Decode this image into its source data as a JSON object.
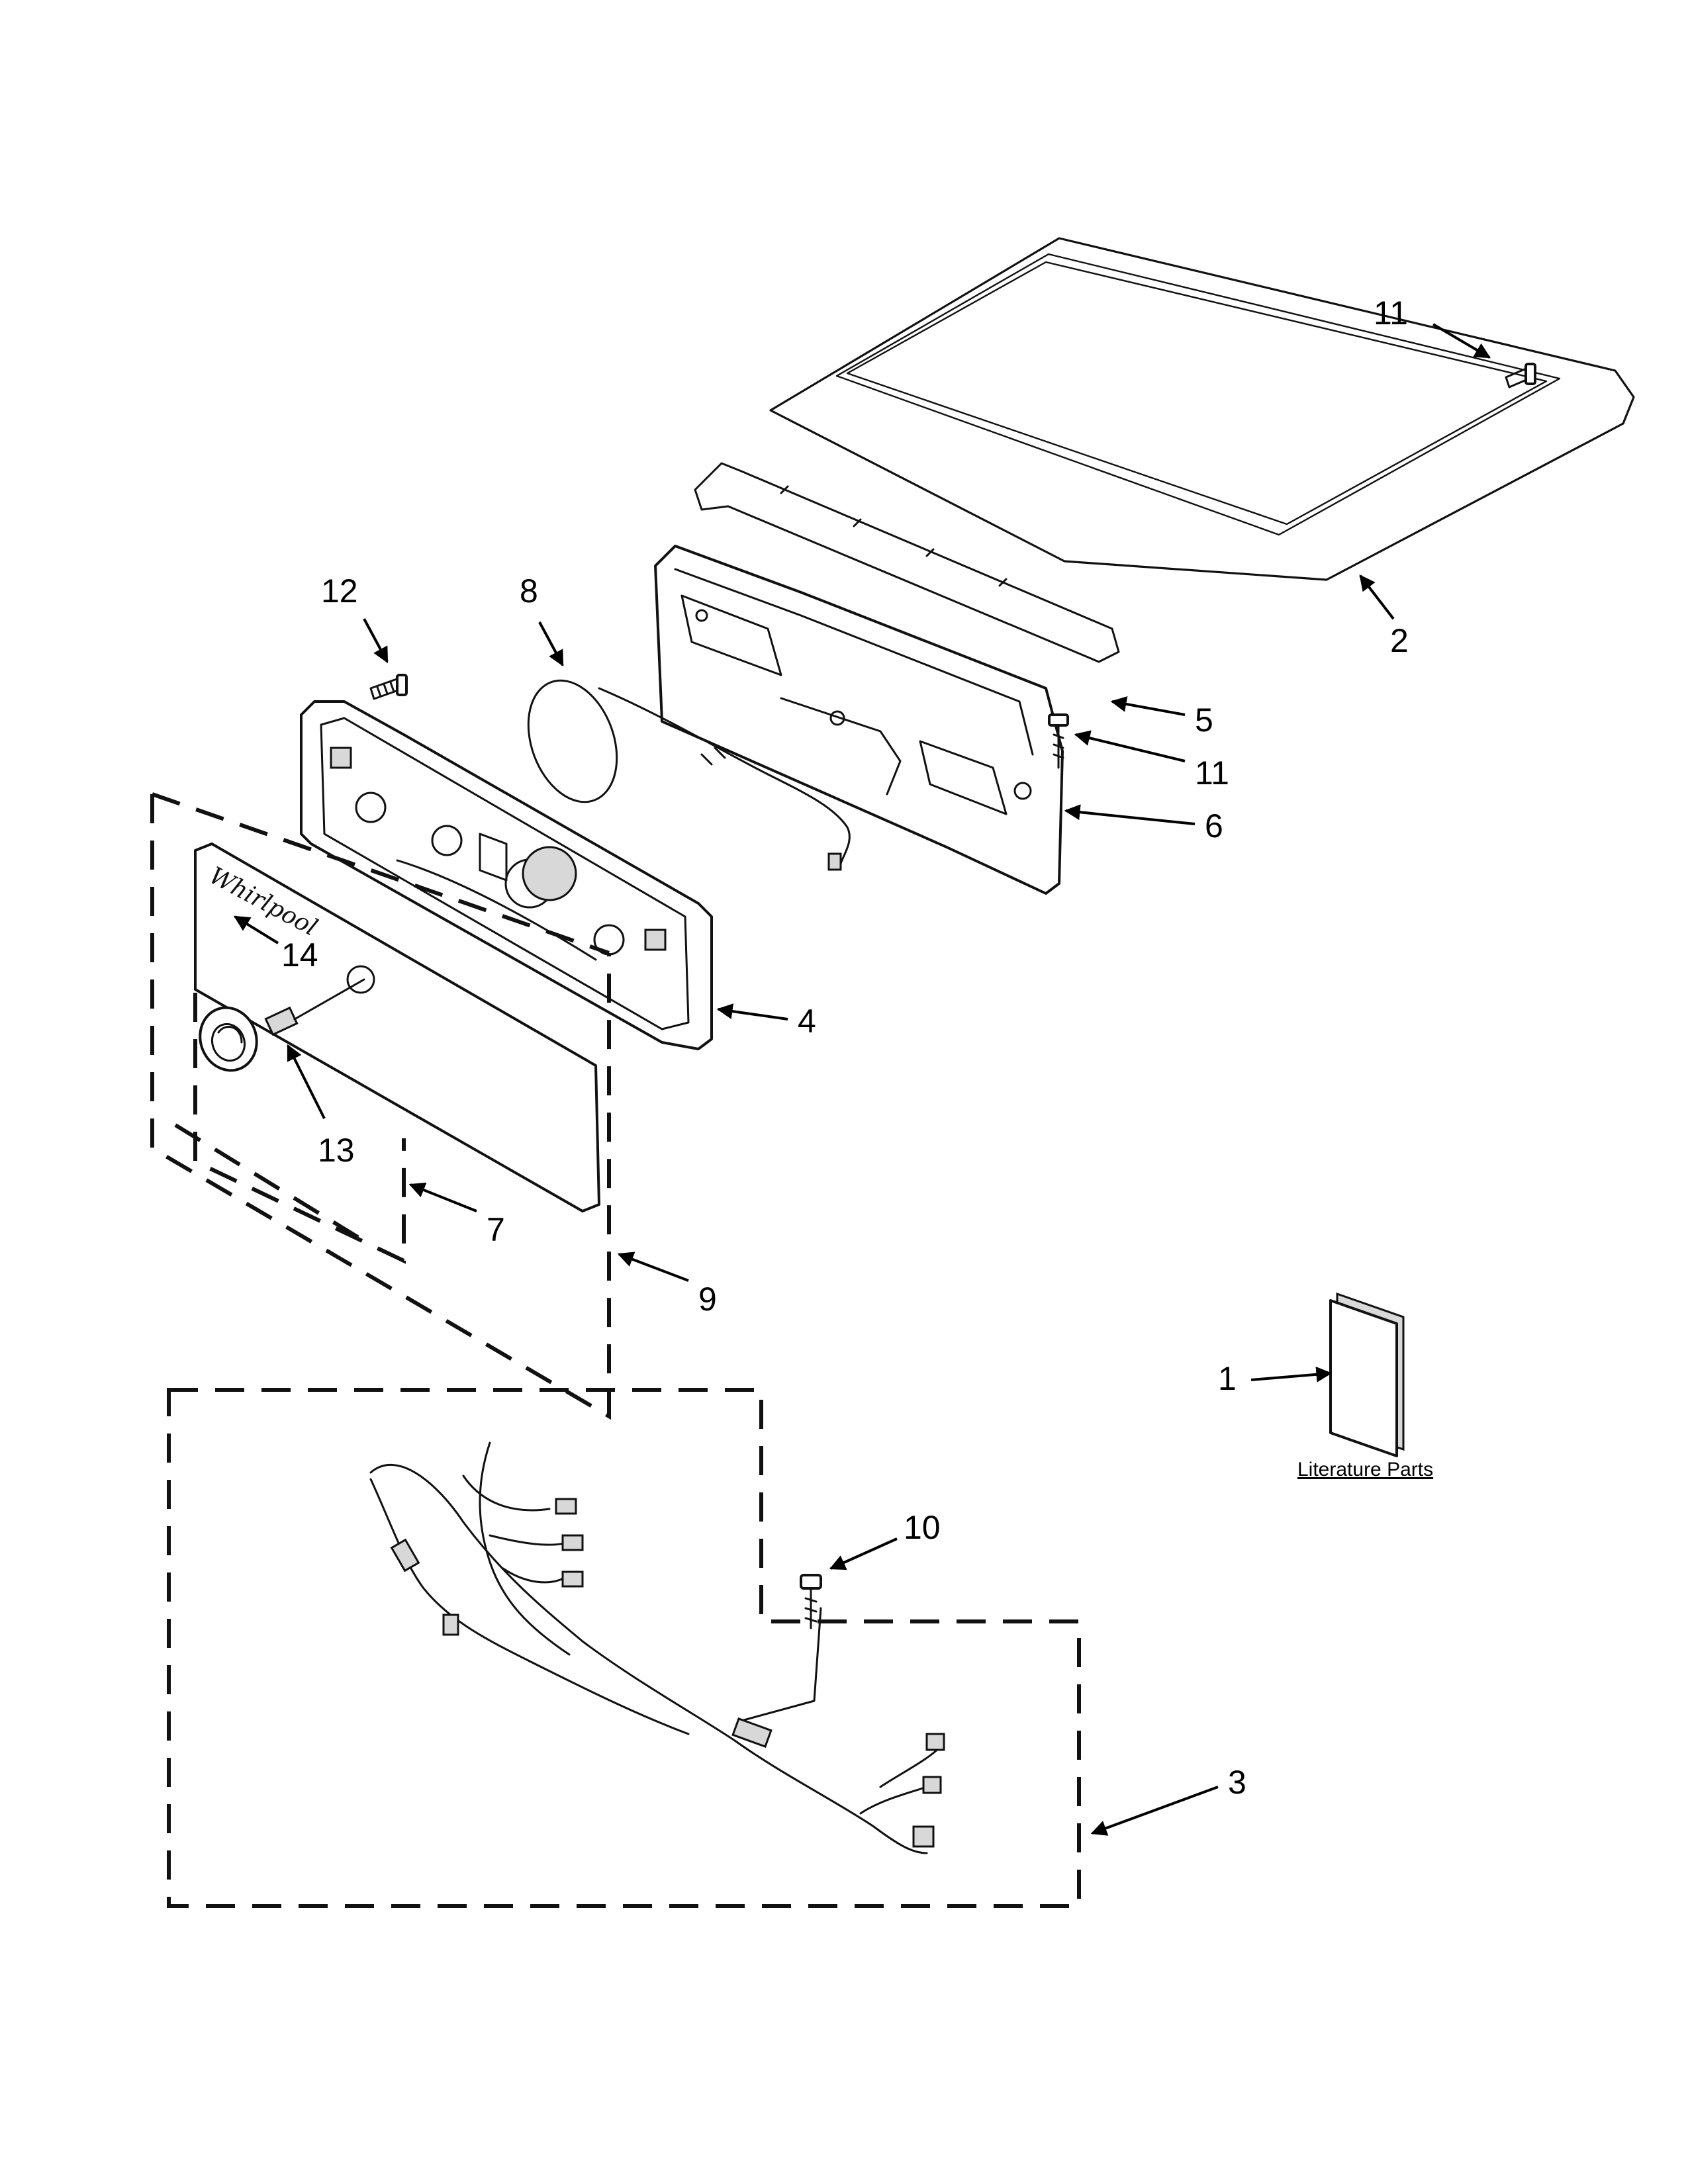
{
  "callouts": {
    "c1": "1",
    "c2": "2",
    "c3": "3",
    "c4": "4",
    "c5": "5",
    "c6": "6",
    "c7": "7",
    "c8": "8",
    "c9": "9",
    "c10": "10",
    "c11a": "11",
    "c11b": "11",
    "c12": "12",
    "c13": "13",
    "c14": "14"
  },
  "literature_label": "Literature Parts"
}
